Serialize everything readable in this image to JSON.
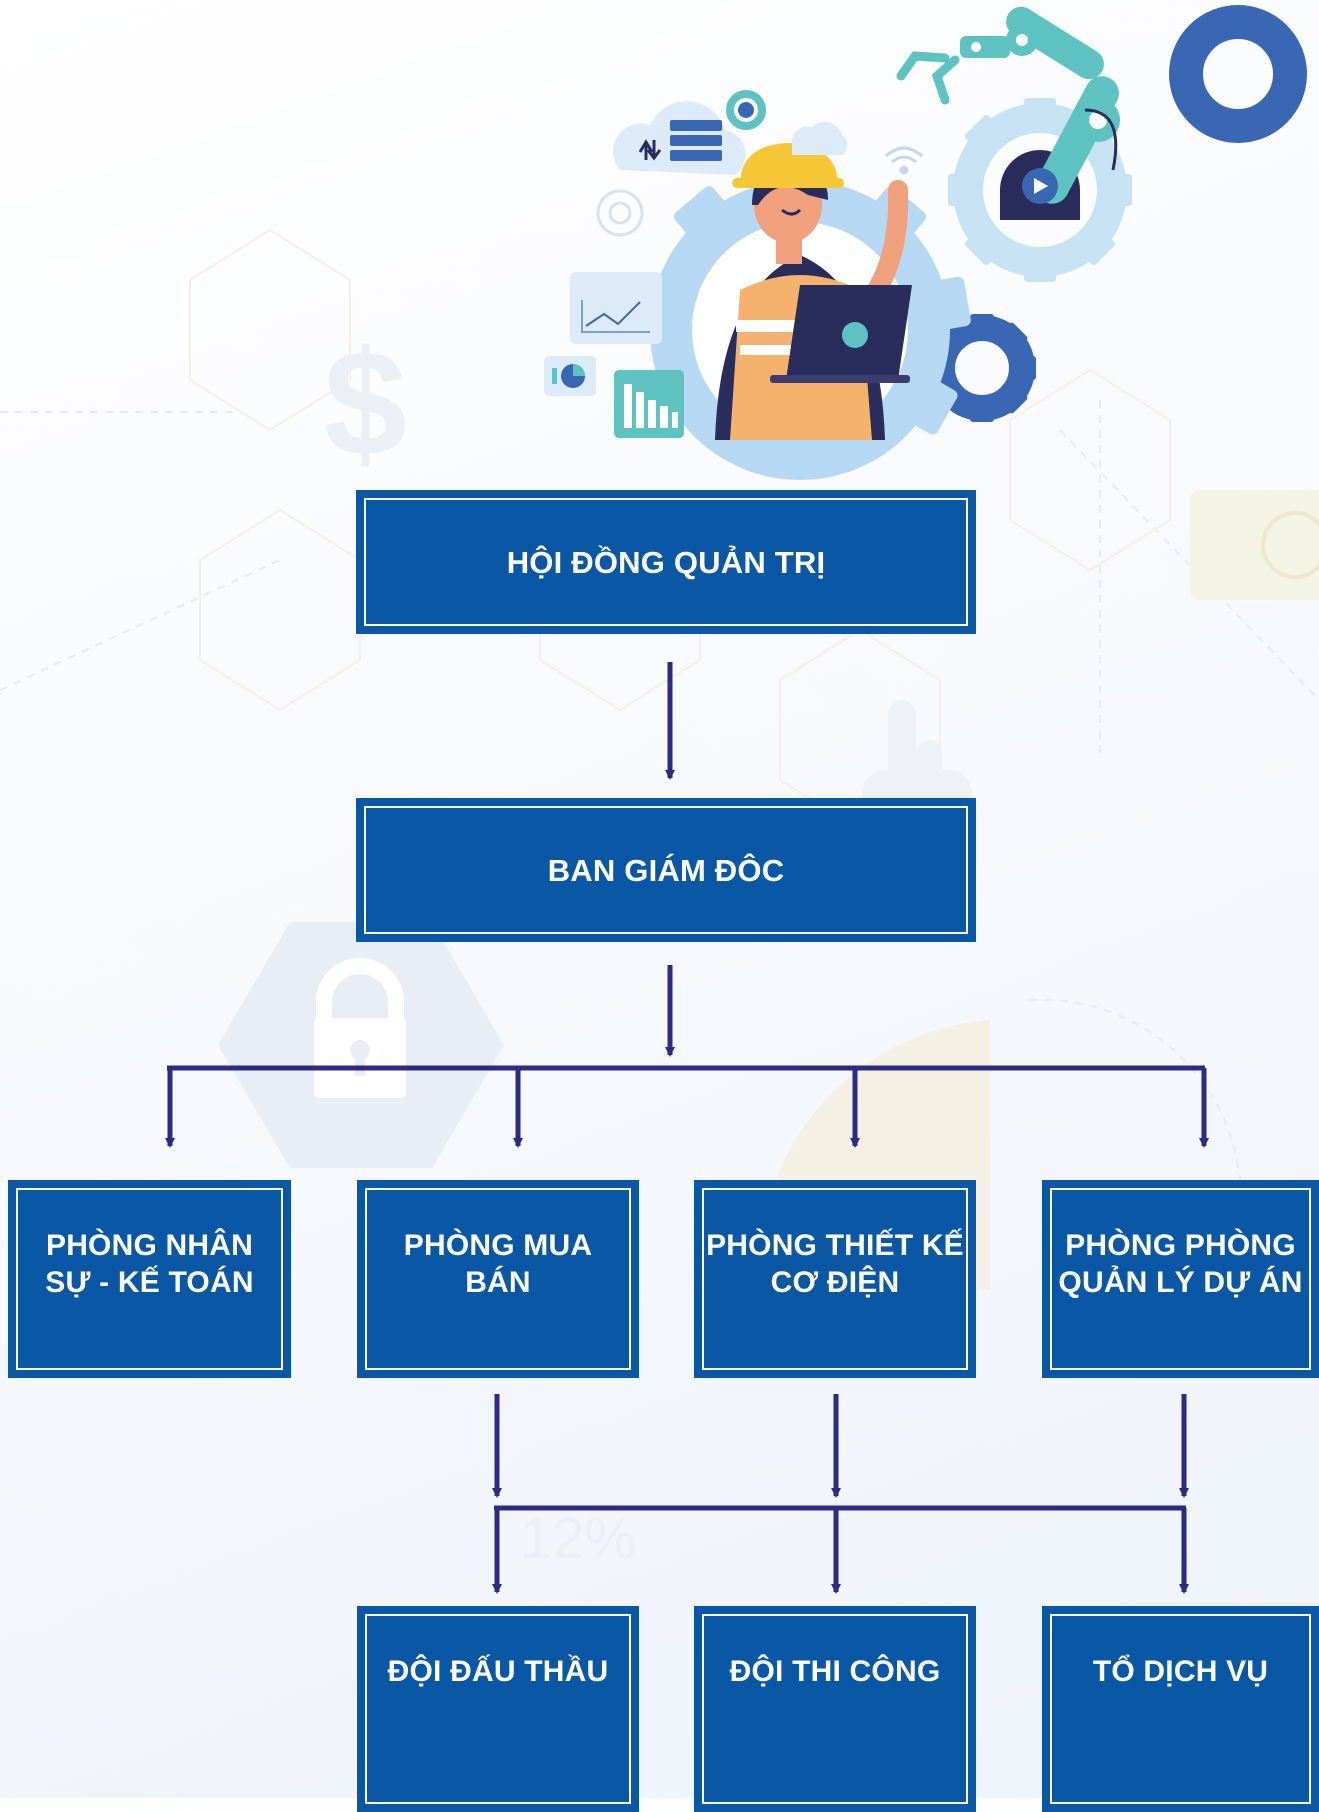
{
  "board": {
    "label": "HỘI ĐỒNG QUẢN TRỊ"
  },
  "directors": {
    "label": "BAN GIÁM ĐÔC"
  },
  "departments": [
    {
      "label": "PHÒNG NHÂN SỰ - KẾ TOÁN"
    },
    {
      "label": "PHÒNG MUA BÁN"
    },
    {
      "label": "PHÒNG THIẾT KẾ CƠ ĐIỆN"
    },
    {
      "label": "PHÒNG PHÒNG QUẢN LÝ DỰ ÁN"
    }
  ],
  "teams": [
    {
      "label": "ĐỘI ĐẤU THẦU"
    },
    {
      "label": "ĐỘI THI CÔNG"
    },
    {
      "label": "TỔ DỊCH VỤ"
    }
  ],
  "background": {
    "percent_watermark": "12%",
    "dollar_watermark": "$"
  },
  "colors": {
    "box_fill": "#0a58a5",
    "box_text": "#ffffff",
    "arrow": "#2d2a86",
    "gear_blue": "#3a67b3",
    "gear_light": "#b6d8f2",
    "robot_teal": "#5ec3c0",
    "helmet": "#f5c636",
    "vest": "#f4b26e",
    "laptop": "#2a2c5c"
  },
  "icons": [
    "gear-icon",
    "robot-arm-icon",
    "worker-icon",
    "laptop-icon",
    "cloud-server-icon",
    "line-chart-icon",
    "bar-chart-icon",
    "pie-chart-icon",
    "wifi-icon",
    "lock-icon",
    "dollar-icon"
  ]
}
